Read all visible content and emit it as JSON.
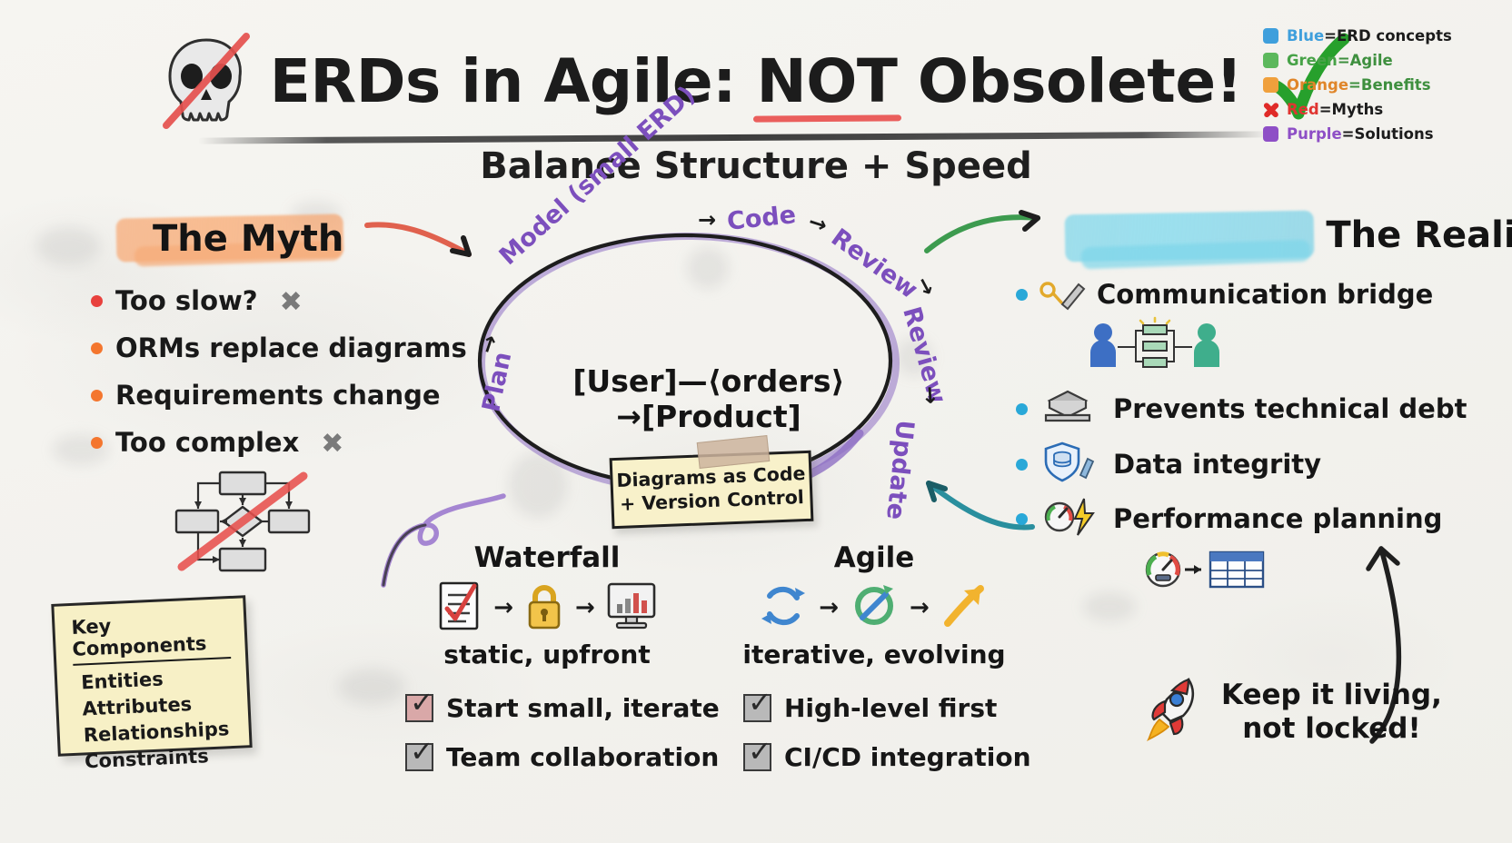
{
  "title": {
    "pre": "ERDs in Agile: ",
    "emphasis": "NOT",
    "post": " Obsolete!",
    "subtitle": "Balance Structure + Speed",
    "left_icon": "skull-crossed-out-icon",
    "right_icon": "green-checkmark-icon"
  },
  "legend": {
    "items": [
      {
        "swatch": "blue-swatch",
        "key": "Blue",
        "sep": "=",
        "value": "ERD concepts",
        "color": "#3f9fdc"
      },
      {
        "swatch": "green-swatch",
        "key": "Green",
        "sep": "=",
        "value": "Agile",
        "color": "#5cb85c"
      },
      {
        "swatch": "orange-swatch",
        "key": "Orange",
        "sep": "=",
        "value": "Benefits",
        "color": "#f0a03c"
      },
      {
        "swatch": "red-x-swatch",
        "key": "Red",
        "sep": "=",
        "value": "Myths",
        "color": "#e03531"
      },
      {
        "swatch": "purple-swatch",
        "key": "Purple",
        "sep": "=",
        "value": "Solutions",
        "color": "#8e4fc6"
      }
    ],
    "value_colors": {
      "ERD concepts": "#1c1c1c",
      "Agile": "#3e8f3e",
      "Benefits": "#3e8f3e",
      "Myths": "#1c1c1c",
      "Solutions": "#1c1c1c"
    }
  },
  "myth": {
    "heading": "The Myth",
    "highlight_color": "#f7ab78",
    "items": [
      {
        "label": "Too slow?",
        "dot": "#e8413d",
        "mark": "✖"
      },
      {
        "label": "ORMs replace diagrams",
        "dot": "#f4762e",
        "mark": ""
      },
      {
        "label": "Requirements change",
        "dot": "#f4762e",
        "mark": ""
      },
      {
        "label": "Too complex",
        "dot": "#f4762e",
        "mark": "✖"
      }
    ],
    "diagram_icon": "complex-flowchart-crossed-out-icon"
  },
  "reality": {
    "heading": "The Reality",
    "highlight_color": "#7ed6ea",
    "items": [
      {
        "emoji": "🔑🔭",
        "label": "Communication bridge",
        "icon_name": "key-and-telescope-icon",
        "sub_icon": "two-people-erd-bridge-icon"
      },
      {
        "emoji": "🗄",
        "label": "Prevents technical debt",
        "icon_name": "stacked-box-icon",
        "sub_icon": ""
      },
      {
        "emoji": "🛡🖌",
        "label": "Data integrity",
        "icon_name": "shield-database-check-icon",
        "sub_icon": ""
      },
      {
        "emoji": "⏱⚡",
        "label": "Performance planning",
        "icon_name": "gauge-and-bolt-icon",
        "sub_icon": "gauge-to-table-icon"
      }
    ]
  },
  "cycle": {
    "labels": [
      "Plan",
      "Model (small ERD)",
      "Code",
      "Review",
      "Review",
      "Update"
    ],
    "arrow": "→",
    "color": "#7c4fbd",
    "erd_expression": "[User]—⟨orders⟩→[Product]"
  },
  "diagrams_as_code": {
    "line1": "Diagrams as Code",
    "line2": "+ Version Control",
    "tape": "tape-strip"
  },
  "key_components": {
    "title": "Key Components",
    "items": [
      "Entities",
      "Attributes",
      "Relationships",
      "Constraints"
    ]
  },
  "waterfall": {
    "title": "Waterfall",
    "icons": [
      "📋✔",
      "🔒",
      "🖥📊"
    ],
    "icon_names": [
      "checklist-icon",
      "padlock-icon",
      "monitor-chart-icon"
    ],
    "arrow": "→",
    "subtitle": "static, upfront",
    "checks": [
      {
        "label": "Start small, iterate",
        "tick": "✓",
        "box_fill": "#d9a8a8"
      },
      {
        "label": "Team collaboration",
        "tick": "✓",
        "box_fill": "#b9b9b9"
      }
    ]
  },
  "agile": {
    "title": "Agile",
    "icons": [
      "🔄",
      "♻",
      "↗"
    ],
    "icon_names": [
      "refresh-cycle-icon",
      "recycle-cycle-icon",
      "up-arrow-icon"
    ],
    "arrow": "→",
    "subtitle": "iterative, evolving",
    "checks": [
      {
        "label": "High-level first",
        "tick": "✓",
        "box_fill": "#b9b9b9"
      },
      {
        "label": "CI/CD integration",
        "tick": "✓",
        "box_fill": "#b9b9b9"
      }
    ]
  },
  "closing": {
    "icon": "rocket-icon",
    "emoji": "🚀",
    "line1": "Keep it living,",
    "line2": "not locked!"
  }
}
